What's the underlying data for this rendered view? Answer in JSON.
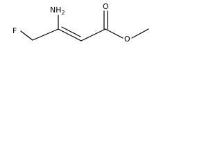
{
  "molecule": {
    "atoms": {
      "amino": "NH",
      "amino_subscript": "2",
      "fluorine": "F",
      "carbonyl_oxygen": "O",
      "ester_oxygen": "O"
    }
  }
}
